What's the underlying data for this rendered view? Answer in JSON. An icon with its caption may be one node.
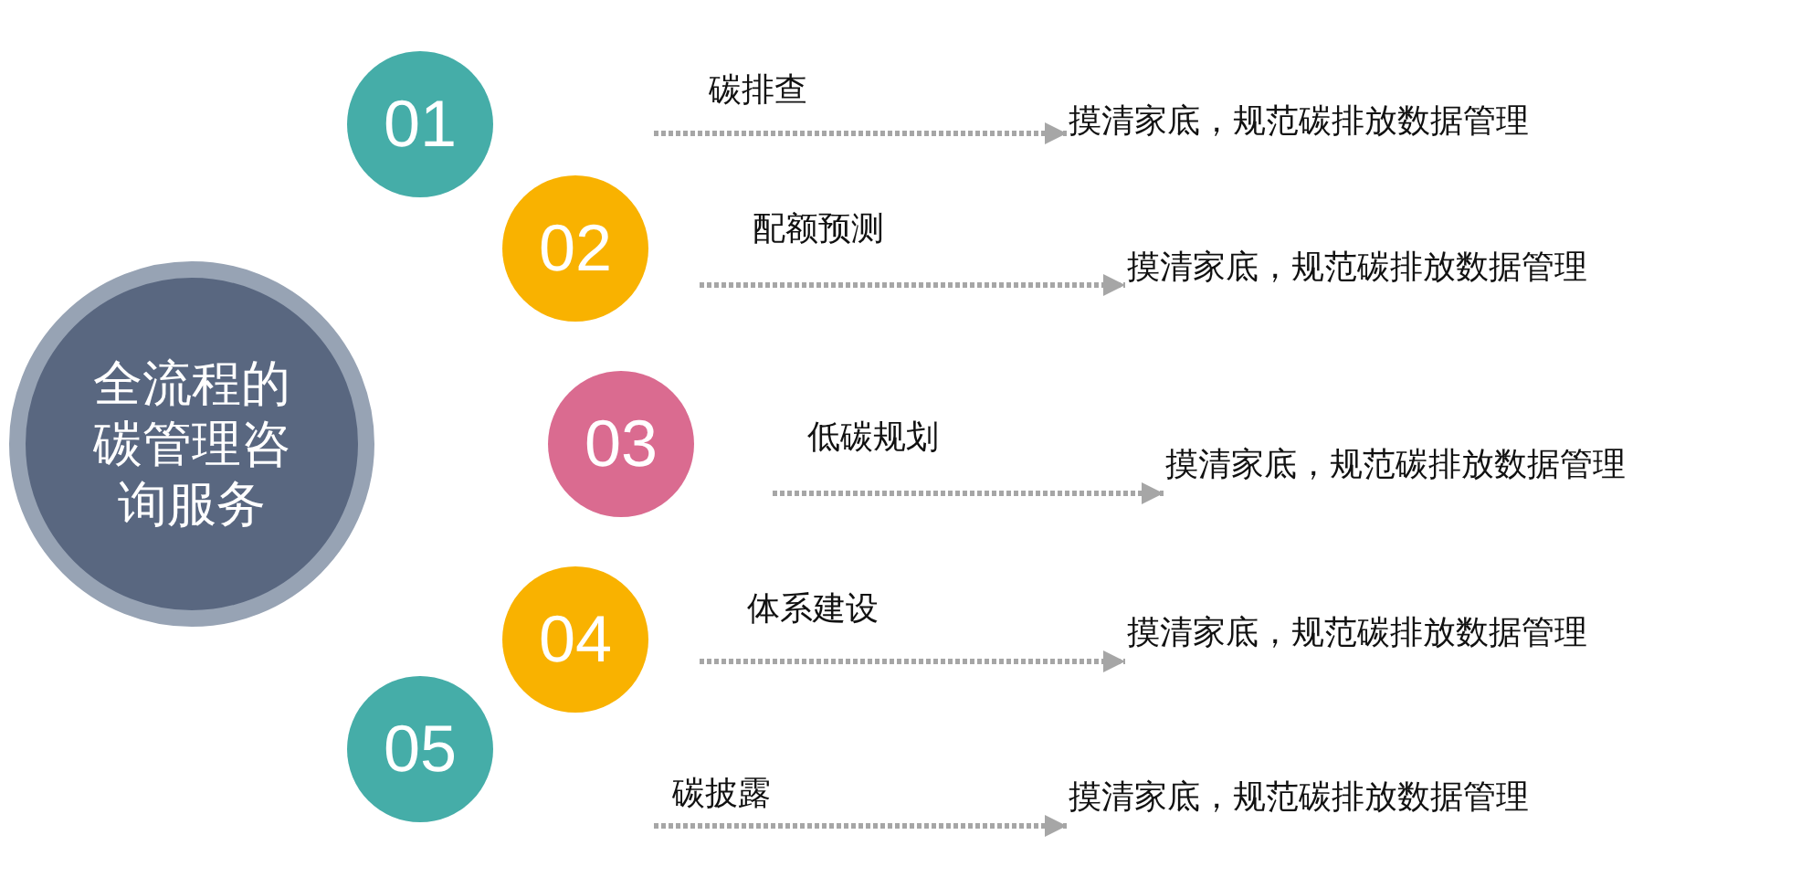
{
  "diagram": {
    "nodes": [
      {
        "text": [
          "全流程的碳管理咨询服务"
        ]
      },
      {
        "text": [
          "01"
        ]
      },
      {
        "text": [
          "02"
        ]
      },
      {
        "text": [
          "03"
        ]
      },
      {
        "text": [
          "04"
        ]
      },
      {
        "text": [
          "05"
        ]
      },
      {
        "text": [
          "摸清家底，规范碳排放数据管理"
        ]
      },
      {
        "text": [
          "摸清家底，规范碳排放数据管理"
        ]
      },
      {
        "text": [
          "摸清家底，规范碳排放数据管理"
        ]
      },
      {
        "text": [
          "摸清家底，规范碳排放数据管理"
        ]
      },
      {
        "text": [
          "摸清家底，规范碳排放数据管理"
        ]
      }
    ],
    "edges": [
      {
        "from": null,
        "to": 6,
        "arrow": "to",
        "label": "碳排查"
      },
      {
        "from": null,
        "to": 7,
        "arrow": "to",
        "label": "配额预测"
      },
      {
        "from": null,
        "to": 8,
        "arrow": "to",
        "label": "低碳规划"
      },
      {
        "from": null,
        "to": 9,
        "arrow": "to",
        "label": "体系建设"
      },
      {
        "from": null,
        "to": 10,
        "arrow": "to",
        "label": "碳披露"
      }
    ]
  }
}
